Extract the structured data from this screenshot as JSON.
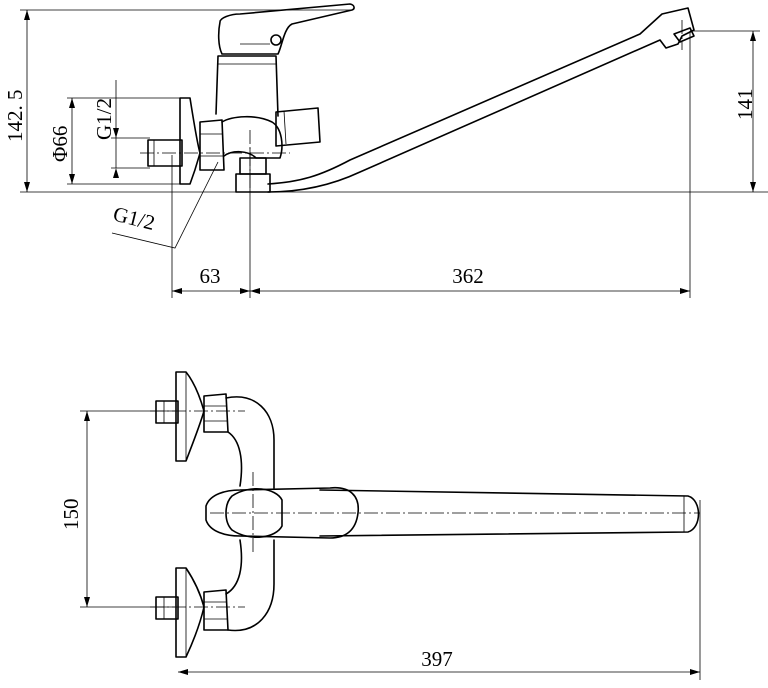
{
  "side_view": {
    "dim_total_height": "142. 5",
    "dim_spout_height": "141",
    "dim_flange_diameter": "Φ66",
    "dim_thread_upper": "G1/2",
    "dim_thread_lower": "G1/2",
    "dim_wall_offset": "63",
    "dim_spout_reach": "362"
  },
  "top_view": {
    "dim_center_distance": "150",
    "dim_overall_length": "397"
  }
}
